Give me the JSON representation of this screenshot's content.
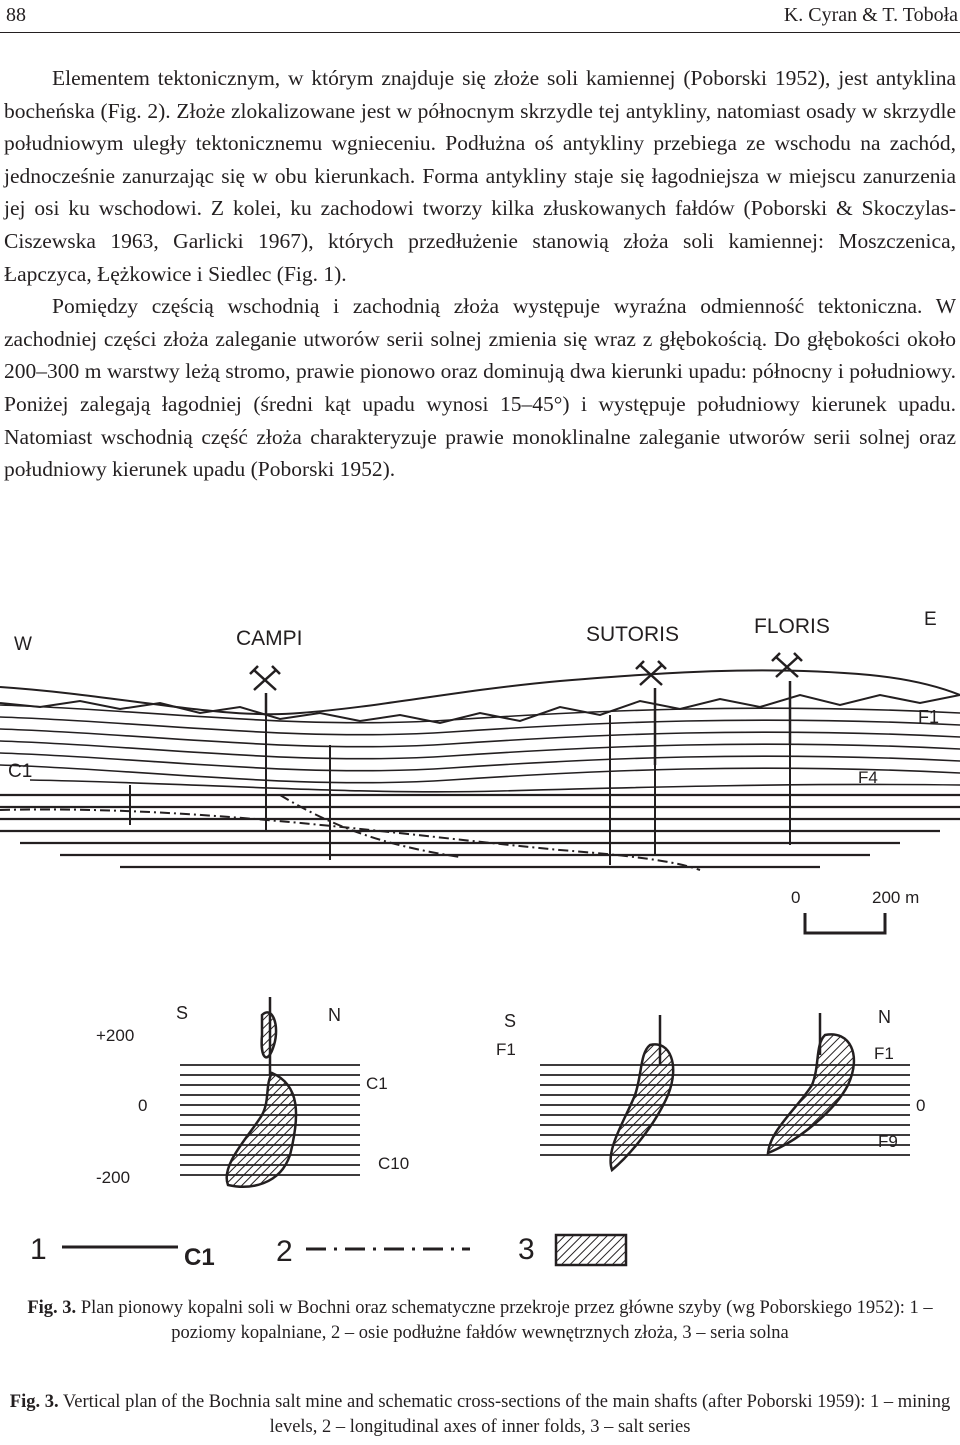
{
  "header": {
    "page_number": "88",
    "authors": "K. Cyran & T. Toboła"
  },
  "body": {
    "paragraphs": [
      "Elementem tektonicznym, w którym znajduje się złoże soli kamiennej (Poborski 1952), jest antyklina bocheńska (Fig. 2). Złoże zlokalizowane jest w północnym skrzydle tej antykliny, natomiast osady w skrzydle południowym uległy tektonicznemu wgnieceniu. Podłużna oś antykliny przebiega ze wschodu na zachód, jednocześnie zanurzając się w obu kierunkach. Forma antykliny staje się łagodniejsza w miejscu zanurzenia jej osi ku wscho­dowi. Z kolei, ku zachodowi tworzy kilka złuskowanych fałdów (Poborski & Skoczylas­-Ciszewska 1963, Garlicki 1967), których przedłużenie stanowią złoża soli kamiennej: Moszczenica, Łapczyca, Łężkowice i Siedlec (Fig. 1).",
      "Pomiędzy częścią wschodnią i zachodnią złoża występuje wyraźna odmienność tek­toniczna. W zachodniej części złoża zaleganie utworów serii solnej zmienia się wraz z głębokością. Do głębokości około 200–300 m warstwy leżą stromo, prawie pionowo oraz dominują dwa kierunki upadu: północny i południowy. Poniżej zalegają łagodniej (średni kąt upadu wynosi 15–45°) i występuje południowy kierunek upadu. Natomiast wschodnią część złoża charakteryzuje prawie monoklinalne zaleganie utworów serii solnej oraz połud­niowy kierunek upadu (Poborski 1952)."
    ]
  },
  "figure": {
    "plan": {
      "west": "W",
      "east": "E",
      "shafts": [
        "CAMPI",
        "SUTORIS",
        "FLORIS"
      ],
      "labels": {
        "c1": "C1",
        "f1": "F1",
        "f4": "F4"
      },
      "scale": {
        "zero": "0",
        "end": "200 m"
      }
    },
    "section_left": {
      "south": "S",
      "north": "N",
      "depths": [
        "+200",
        "0",
        "-200"
      ],
      "labels": {
        "c1": "C1",
        "c10": "C10"
      }
    },
    "section_right": {
      "south": "S",
      "north": "N",
      "zero": "0",
      "labels": {
        "f1_left": "F1",
        "f1_right": "F1",
        "f9": "F9"
      }
    },
    "legend": {
      "item1": "1",
      "item1_label": "C1",
      "item2": "2",
      "item3": "3"
    }
  },
  "captions": {
    "pl_tag": "Fig. 3.",
    "pl_text": "Plan pionowy kopalni soli w Bochni oraz schematyczne przekroje przez główne szyby (wg Poborskiego 1952): 1 – poziomy kopalniane, 2 – osie podłużne fałdów wewnętrznych złoża, 3 – seria solna",
    "en_tag": "Fig. 3.",
    "en_text": "Vertical plan of the Bochnia salt mine and schematic cross-sections of the main shafts (after Poborski 1959): 1 – mining levels, 2 – longitudinal axes of inner folds, 3 – salt series"
  }
}
